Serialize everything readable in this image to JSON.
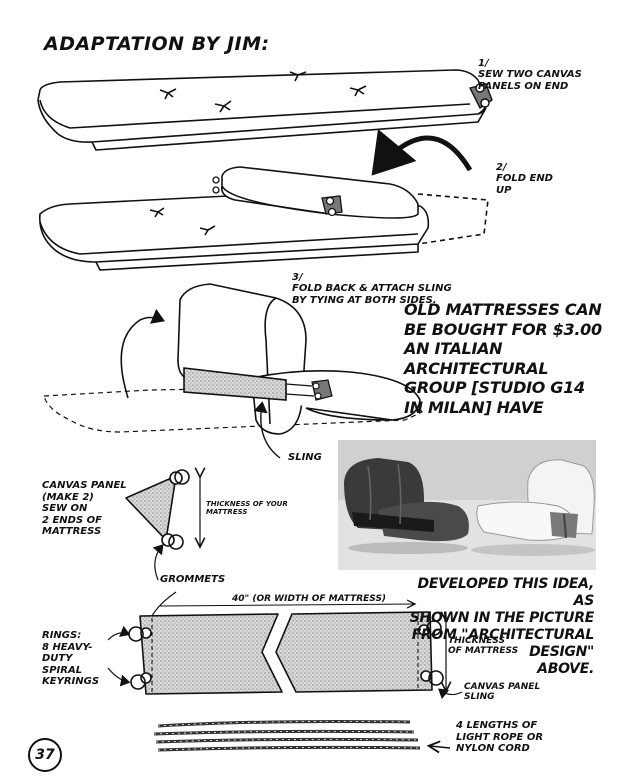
{
  "title": "ADAPTATION BY JIM:",
  "steps": [
    {
      "num": "1/",
      "text": "SEW TWO CANVAS\nPANELS ON END"
    },
    {
      "num": "2/",
      "text": "FOLD END\nUP"
    },
    {
      "num": "3/",
      "text": "FOLD BACK & ATTACH SLING\nBY TYING AT BOTH SIDES."
    }
  ],
  "note": "OLD MATTRESSES CAN\nBE BOUGHT FOR $3.00\nAN ITALIAN ARCHITECTURAL\nGROUP [STUDIO G14\nIN MILAN] HAVE",
  "note2": "DEVELOPED THIS IDEA, AS\nSHOWN IN THE PICTURE\nFROM \"ARCHITECTURAL\nDESIGN\"\nABOVE.",
  "labels": {
    "sling": "SLING",
    "canvas_panel": "CANVAS PANEL\n(MAKE 2)\nSEW ON\n2 ENDS OF\nMATTRESS",
    "thickness_your": "THICKNESS OF YOUR\nMATTRESS",
    "grommets": "GROMMETS",
    "width": "40\" (OR WIDTH OF MATTRESS)",
    "rings": "RINGS:\n8 HEAVY-\nDUTY\nSPIRAL\nKEYRINGS",
    "thickness_mat": "THICKNESS\nOF MATTRESS",
    "canvas_sling": "CANVAS PANEL\nSLING",
    "rope": "4 LENGTHS OF\nLIGHT ROPE OR\nNYLON CORD"
  },
  "page_number": "37"
}
